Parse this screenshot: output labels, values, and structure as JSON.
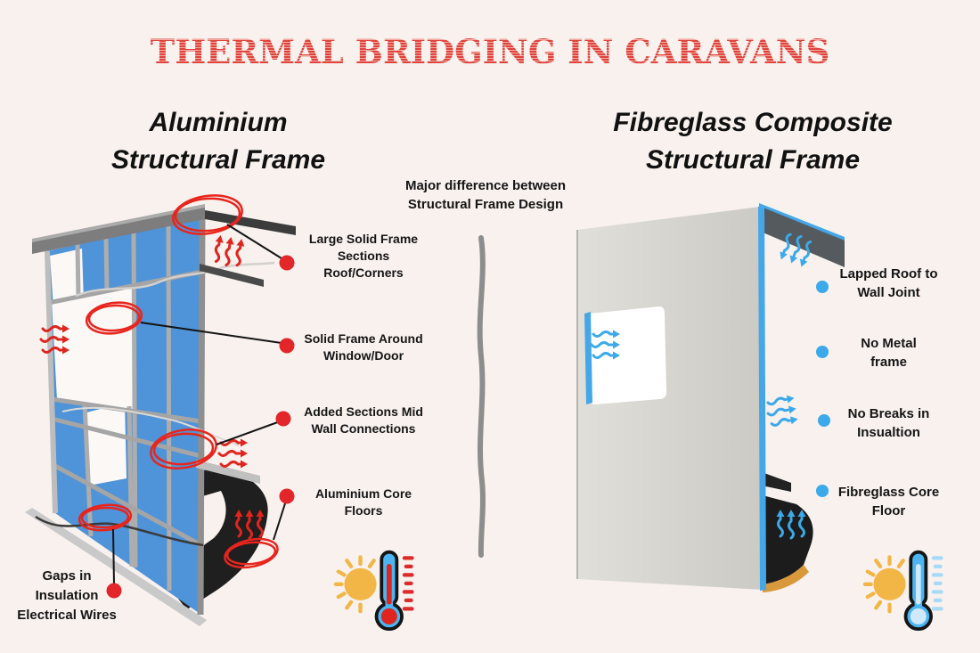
{
  "title": "THERMAL BRIDGING IN CARAVANS",
  "center_note": "Major difference between\nStructural Frame Design",
  "left_section": {
    "heading": "Aluminium\nStructural Frame",
    "callouts": [
      "Large Solid Frame\nSections\nRoof/Corners",
      "Solid Frame Around\nWindow/Door",
      "Added Sections  Mid\nWall Connections",
      "Aluminium Core\nFloors",
      "Gaps in\nInsulation\nElectrical Wires"
    ],
    "icon": "sun-hot-thermometer-icon",
    "marker_color": "#e3262a"
  },
  "right_section": {
    "heading": "Fibreglass Composite\nStructural Frame",
    "callouts": [
      "Lapped Roof to\nWall Joint",
      "No Metal\nframe",
      "No Breaks in\nInsualtion",
      "Fibreglass Core\nFloor"
    ],
    "icon": "sun-cold-thermometer-icon",
    "marker_color": "#3ba9ea"
  },
  "colors": {
    "background": "#f8f1ee",
    "title_red": "#e0443c",
    "accent_red": "#e3262a",
    "accent_blue": "#3ba9ea",
    "insulation_blue": "#4f93d8",
    "divider_gray": "#8d8d8d"
  }
}
